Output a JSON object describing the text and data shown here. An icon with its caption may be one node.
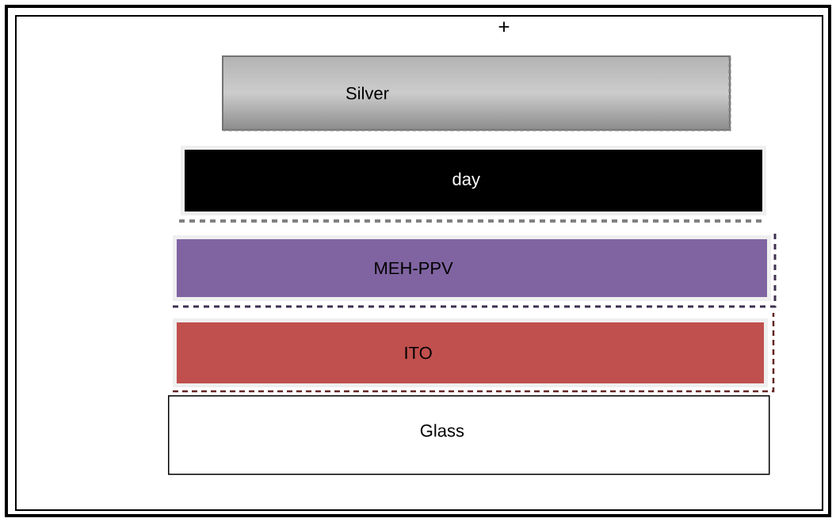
{
  "diagram": {
    "nodes": [
      {
        "text": [
          "Silver"
        ]
      },
      {
        "text": [
          "day"
        ]
      },
      {
        "text": [
          "MEH-PPV"
        ]
      },
      {
        "text": [
          "ITO"
        ]
      },
      {
        "text": [
          "Glass"
        ]
      }
    ],
    "labels": [
      "+"
    ]
  }
}
